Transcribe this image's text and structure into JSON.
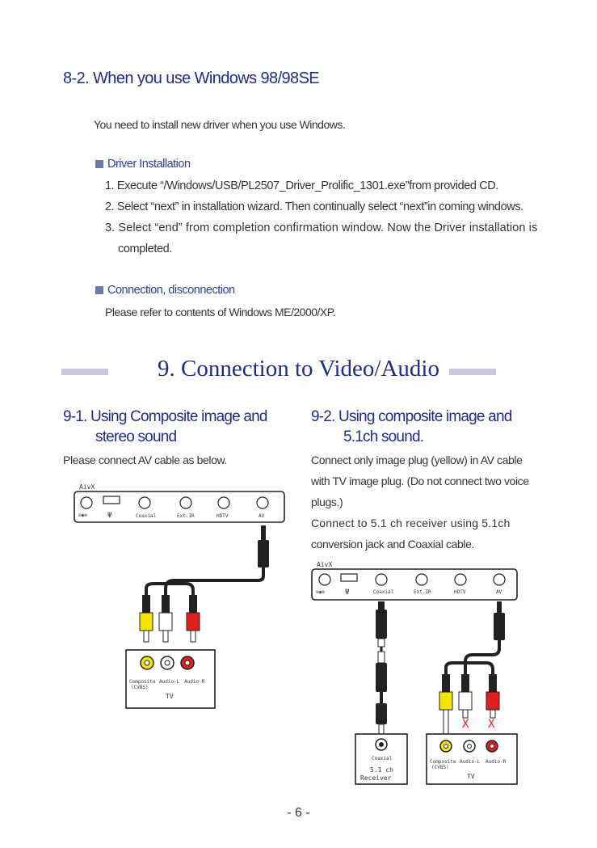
{
  "section_8_2": {
    "title": "8-2. When you use Windows 98/98SE",
    "intro": "You need to install new driver when you use Windows.",
    "driver_heading": "Driver Installation",
    "steps": [
      "1. Execute “/Windows/USB/PL2507_Driver_Prolific_1301.exe”from provided CD.",
      "2. Select “next” in installation wizard. Then continually select “next”in coming windows.",
      "3. Select “end” from completion confirmation window. Now the Driver installation is",
      "completed."
    ],
    "connection_heading": "Connection, disconnection",
    "connection_text": "Please refer to contents of Windows ME/2000/XP."
  },
  "section_9": {
    "title": "9. Connection to Video/Audio"
  },
  "section_9_1": {
    "title_line1": "9-1. Using Composite image and",
    "title_line2": "stereo sound",
    "text": "Please connect AV cable as below."
  },
  "section_9_2": {
    "title_line1": "9-2. Using composite image and",
    "title_line2": "5.1ch sound.",
    "text_lines": [
      "Connect only image plug (yellow) in AV cable",
      "with TV image plug. (Do not connect two voice",
      "plugs.)",
      "Connect to 5.1 ch receiver using 5.1ch",
      "conversion jack and Coaxial cable."
    ]
  },
  "diagram": {
    "device_label": "AivX",
    "port_labels": {
      "coaxial": "Coaxial",
      "ext_ir": "Ext.IR",
      "hdtv": "HDTV",
      "av": "AV"
    },
    "tv": {
      "composite": "Composite",
      "cvbs": "(CVBS)",
      "audio_l": "Audio-L",
      "audio_r": "Audio-R",
      "label": "TV"
    },
    "receiver": {
      "coaxial": "Coaxial",
      "line1": "5.1 ch",
      "line2": "Receiver"
    },
    "not_connected_mark": "X",
    "colors": {
      "yellow": "#f2e600",
      "white": "#ffffff",
      "red": "#e02020",
      "cross": "#e02020"
    }
  },
  "page_number": "- 6 -"
}
